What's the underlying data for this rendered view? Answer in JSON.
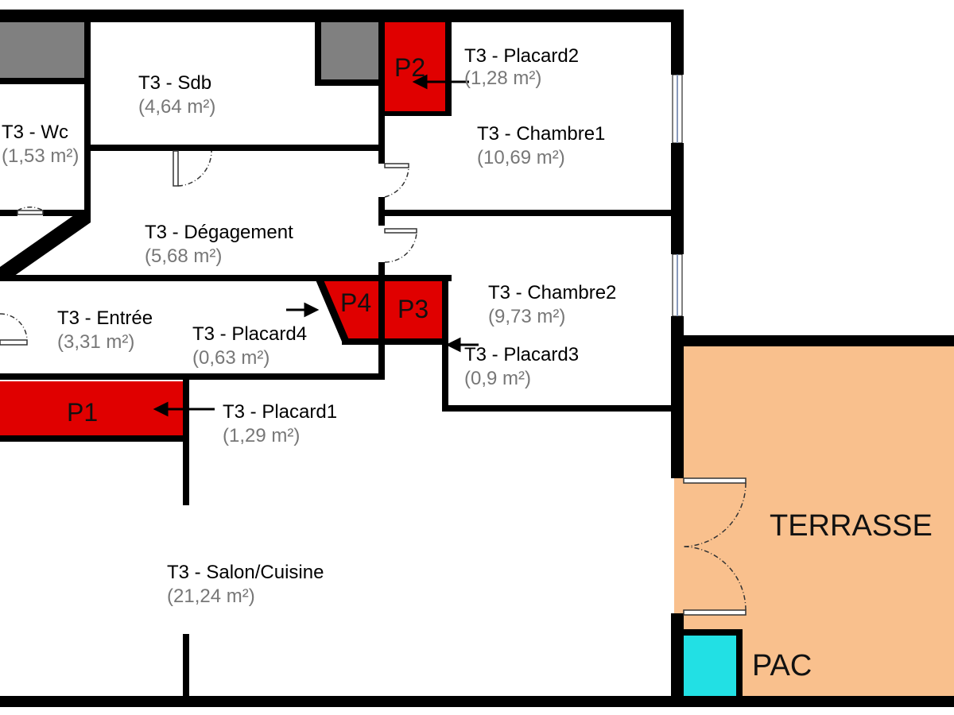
{
  "colors": {
    "wall": "#000000",
    "closet": "#e00000",
    "terrace": "#f9c08d",
    "pac": "#22e0e4",
    "shaft": "#808080",
    "area_text": "#777777"
  },
  "rooms": {
    "wc": {
      "name": "T3 - Wc",
      "area": "(1,53 m²)"
    },
    "sdb": {
      "name": "T3 - Sdb",
      "area": "(4,64 m²)"
    },
    "placard2": {
      "name": "T3 - Placard2",
      "area": "(1,28 m²)"
    },
    "chambre1": {
      "name": "T3 - Chambre1",
      "area": "(10,69 m²)"
    },
    "degagement": {
      "name": "T3 - Dégagement",
      "area": "(5,68 m²)"
    },
    "chambre2": {
      "name": "T3 - Chambre2",
      "area": "(9,73 m²)"
    },
    "entree": {
      "name": "T3 - Entrée",
      "area": "(3,31 m²)"
    },
    "placard4": {
      "name": "T3 - Placard4",
      "area": "(0,63 m²)"
    },
    "placard3": {
      "name": "T3 - Placard3",
      "area": "(0,9 m²)"
    },
    "placard1": {
      "name": "T3 - Placard1",
      "area": "(1,29 m²)"
    },
    "salon": {
      "name": "T3 - Salon/Cuisine",
      "area": "(21,24 m²)"
    }
  },
  "closet_tags": {
    "p1": "P1",
    "p2": "P2",
    "p3": "P3",
    "p4": "P4"
  },
  "terrace_label": "TERRASSE",
  "pac_label": "PAC"
}
